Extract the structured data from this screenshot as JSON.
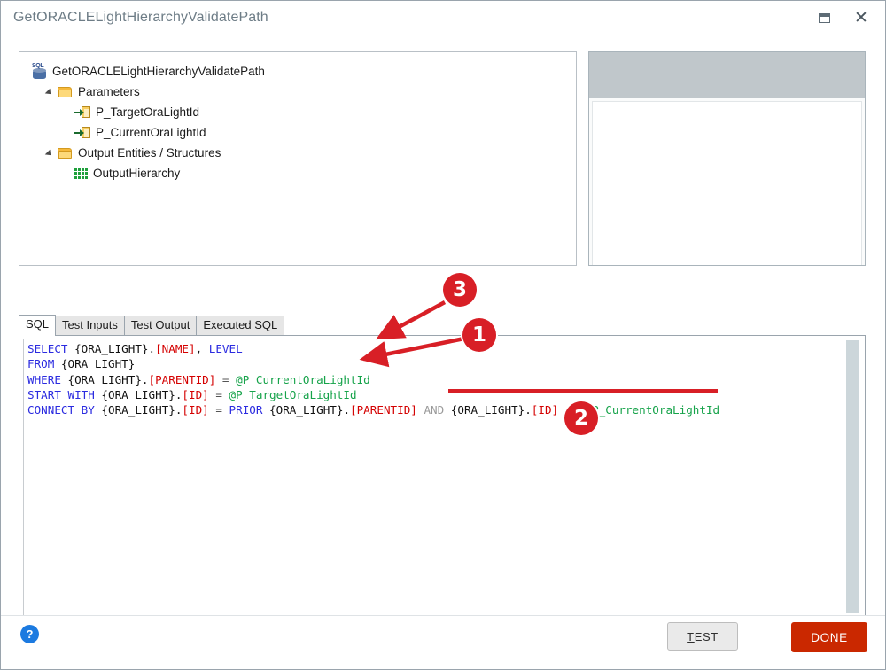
{
  "window": {
    "title": "GetORACLELightHierarchyValidatePath",
    "controls": [
      {
        "name": "restore-button",
        "label": ""
      },
      {
        "name": "close-button",
        "label": "✕"
      }
    ]
  },
  "tree": {
    "root": {
      "label": "GetORACLELightHierarchyValidatePath",
      "icon": "sql-procedure-icon",
      "tag": "SQL"
    },
    "nodes": [
      {
        "label": "Parameters",
        "icon": "folder-icon",
        "level": 1,
        "expanded": true
      },
      {
        "label": "P_TargetOraLightId",
        "icon": "parameter-icon",
        "level": 2
      },
      {
        "label": "P_CurrentOraLightId",
        "icon": "parameter-icon",
        "level": 2
      },
      {
        "label": "Output Entities / Structures",
        "icon": "folder-icon",
        "level": 1,
        "expanded": true
      },
      {
        "label": "OutputHierarchy",
        "icon": "grid-icon",
        "level": 2
      }
    ]
  },
  "tabs": [
    {
      "label": "SQL",
      "active": true
    },
    {
      "label": "Test Inputs",
      "active": false
    },
    {
      "label": "Test Output",
      "active": false
    },
    {
      "label": "Executed SQL",
      "active": false
    }
  ],
  "editor": {
    "lines": [
      [
        {
          "t": "SELECT",
          "c": "kw"
        },
        {
          "t": " {ORA_LIGHT}.",
          "c": "tbl"
        },
        {
          "t": "[NAME]",
          "c": "br"
        },
        {
          "t": ", ",
          "c": "tbl"
        },
        {
          "t": "LEVEL",
          "c": "kw"
        }
      ],
      [
        {
          "t": "FROM",
          "c": "kw"
        },
        {
          "t": " {ORA_LIGHT}",
          "c": "tbl"
        }
      ],
      [
        {
          "t": "WHERE",
          "c": "kw"
        },
        {
          "t": " {ORA_LIGHT}.",
          "c": "tbl"
        },
        {
          "t": "[PARENTID]",
          "c": "br"
        },
        {
          "t": " ",
          "c": "tbl"
        },
        {
          "t": "=",
          "c": "op"
        },
        {
          "t": " ",
          "c": "tbl"
        },
        {
          "t": "@P_CurrentOraLightId",
          "c": "par"
        }
      ],
      [
        {
          "t": "START WITH",
          "c": "kw"
        },
        {
          "t": " {ORA_LIGHT}.",
          "c": "tbl"
        },
        {
          "t": "[ID]",
          "c": "br"
        },
        {
          "t": " ",
          "c": "tbl"
        },
        {
          "t": "=",
          "c": "op"
        },
        {
          "t": " ",
          "c": "tbl"
        },
        {
          "t": "@P_TargetOraLightId",
          "c": "par"
        }
      ],
      [
        {
          "t": "CONNECT BY",
          "c": "kw"
        },
        {
          "t": " {ORA_LIGHT}.",
          "c": "tbl"
        },
        {
          "t": "[ID]",
          "c": "br"
        },
        {
          "t": " ",
          "c": "tbl"
        },
        {
          "t": "=",
          "c": "op"
        },
        {
          "t": " ",
          "c": "tbl"
        },
        {
          "t": "PRIOR",
          "c": "kw"
        },
        {
          "t": " {ORA_LIGHT}.",
          "c": "tbl"
        },
        {
          "t": "[PARENTID]",
          "c": "br"
        },
        {
          "t": " ",
          "c": "tbl"
        },
        {
          "t": "AND",
          "c": "and"
        },
        {
          "t": " {ORA_LIGHT}.",
          "c": "tbl"
        },
        {
          "t": "[ID]",
          "c": "br"
        },
        {
          "t": " ",
          "c": "tbl"
        },
        {
          "t": "<>",
          "c": "op"
        },
        {
          "t": " ",
          "c": "tbl"
        },
        {
          "t": "@P_CurrentOraLightId",
          "c": "par"
        }
      ]
    ],
    "plain_text": "SELECT {ORA_LIGHT}.[NAME], LEVEL\nFROM {ORA_LIGHT}\nWHERE {ORA_LIGHT}.[PARENTID] = @P_CurrentOraLightId\nSTART WITH {ORA_LIGHT}.[ID] = @P_TargetOraLightId\nCONNECT BY {ORA_LIGHT}.[ID] = PRIOR {ORA_LIGHT}.[PARENTID] AND {ORA_LIGHT}.[ID] <> @P_CurrentOraLightId"
  },
  "annotations": {
    "color": "#d81f26",
    "markers": [
      {
        "id": "3",
        "target": "where-clause-line"
      },
      {
        "id": "1",
        "target": "start-with-line"
      },
      {
        "id": "2",
        "target": "connect-by-tail-underline"
      }
    ]
  },
  "footer": {
    "help_label": "?",
    "test_button": {
      "accel": "T",
      "rest": "EST"
    },
    "done_button": {
      "accel": "D",
      "rest": "ONE"
    }
  }
}
